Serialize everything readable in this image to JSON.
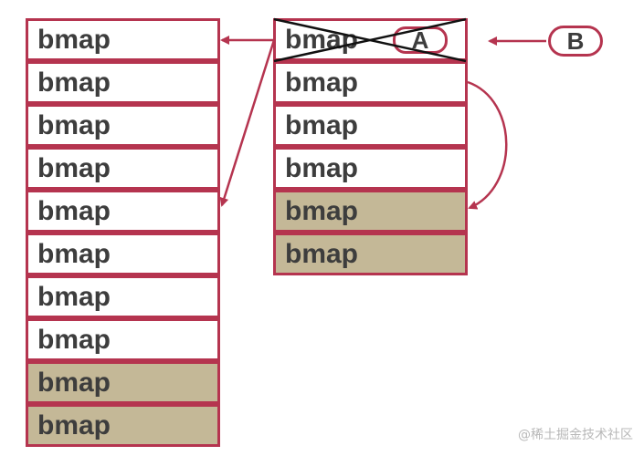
{
  "left_stack": {
    "items": [
      {
        "label": "bmap",
        "state": "white"
      },
      {
        "label": "bmap",
        "state": "white"
      },
      {
        "label": "bmap",
        "state": "white"
      },
      {
        "label": "bmap",
        "state": "white"
      },
      {
        "label": "bmap",
        "state": "white"
      },
      {
        "label": "bmap",
        "state": "white"
      },
      {
        "label": "bmap",
        "state": "white"
      },
      {
        "label": "bmap",
        "state": "white"
      },
      {
        "label": "bmap",
        "state": "filled"
      },
      {
        "label": "bmap",
        "state": "filled"
      }
    ]
  },
  "right_stack": {
    "items": [
      {
        "label": "bmap",
        "state": "white",
        "crossed": true
      },
      {
        "label": "bmap",
        "state": "white"
      },
      {
        "label": "bmap",
        "state": "white"
      },
      {
        "label": "bmap",
        "state": "white"
      },
      {
        "label": "bmap",
        "state": "filled"
      },
      {
        "label": "bmap",
        "state": "filled"
      }
    ]
  },
  "labels": {
    "a": "A",
    "b": "B"
  },
  "colors": {
    "border": "#b5344f",
    "fill": "#c4b897",
    "text": "#3d3d3d"
  },
  "watermark": "@稀土掘金技术社区"
}
